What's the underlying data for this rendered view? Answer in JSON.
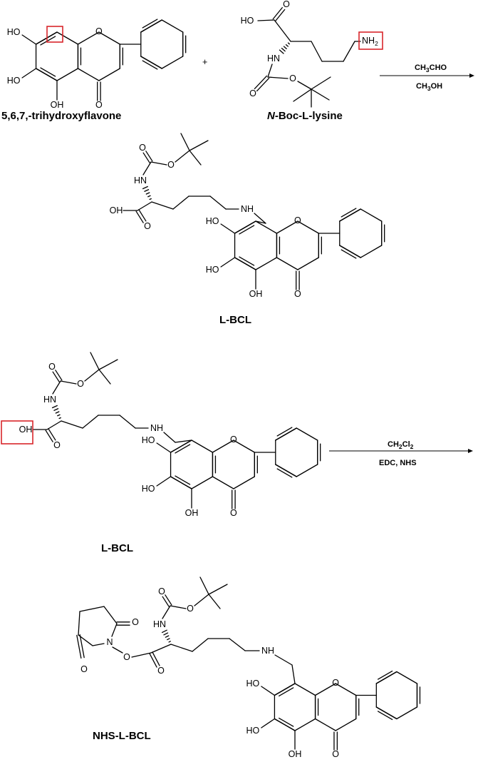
{
  "reaction1": {
    "reactant1_name": "5,6,7,-trihydroxyflavone",
    "plus": "+",
    "reactant2_name_italic": "N",
    "reactant2_name_rest": "-Boc-L-lysine",
    "reagent_top": "CH3CHO",
    "reagent_bottom": "CH3OH",
    "product_name": "L-BCL"
  },
  "reaction2": {
    "reactant_name": "L-BCL",
    "reagent_top": "CH2Cl2",
    "reagent_bottom": "EDC, NHS",
    "product_name": "NHS-L-BCL"
  },
  "atom_labels": {
    "hydroxyl": "HO",
    "hydroxyl_right": "OH",
    "oxygen": "O",
    "amine_h": "HN",
    "amine_n": "NH",
    "amine_primary": "NH",
    "amine_primary_sub": "2",
    "nitrogen": "N",
    "cho_1": "CH",
    "cho_1_sub": "3",
    "cho_1_rest": "CHO",
    "meoh_1": "CH",
    "meoh_1_sub": "3",
    "meoh_1_rest": "OH",
    "dcm_1": "CH",
    "dcm_1_sub": "2",
    "dcm_2": "Cl",
    "dcm_2_sub": "2"
  },
  "colors": {
    "highlight": "#d9262b",
    "line": "#000000"
  }
}
